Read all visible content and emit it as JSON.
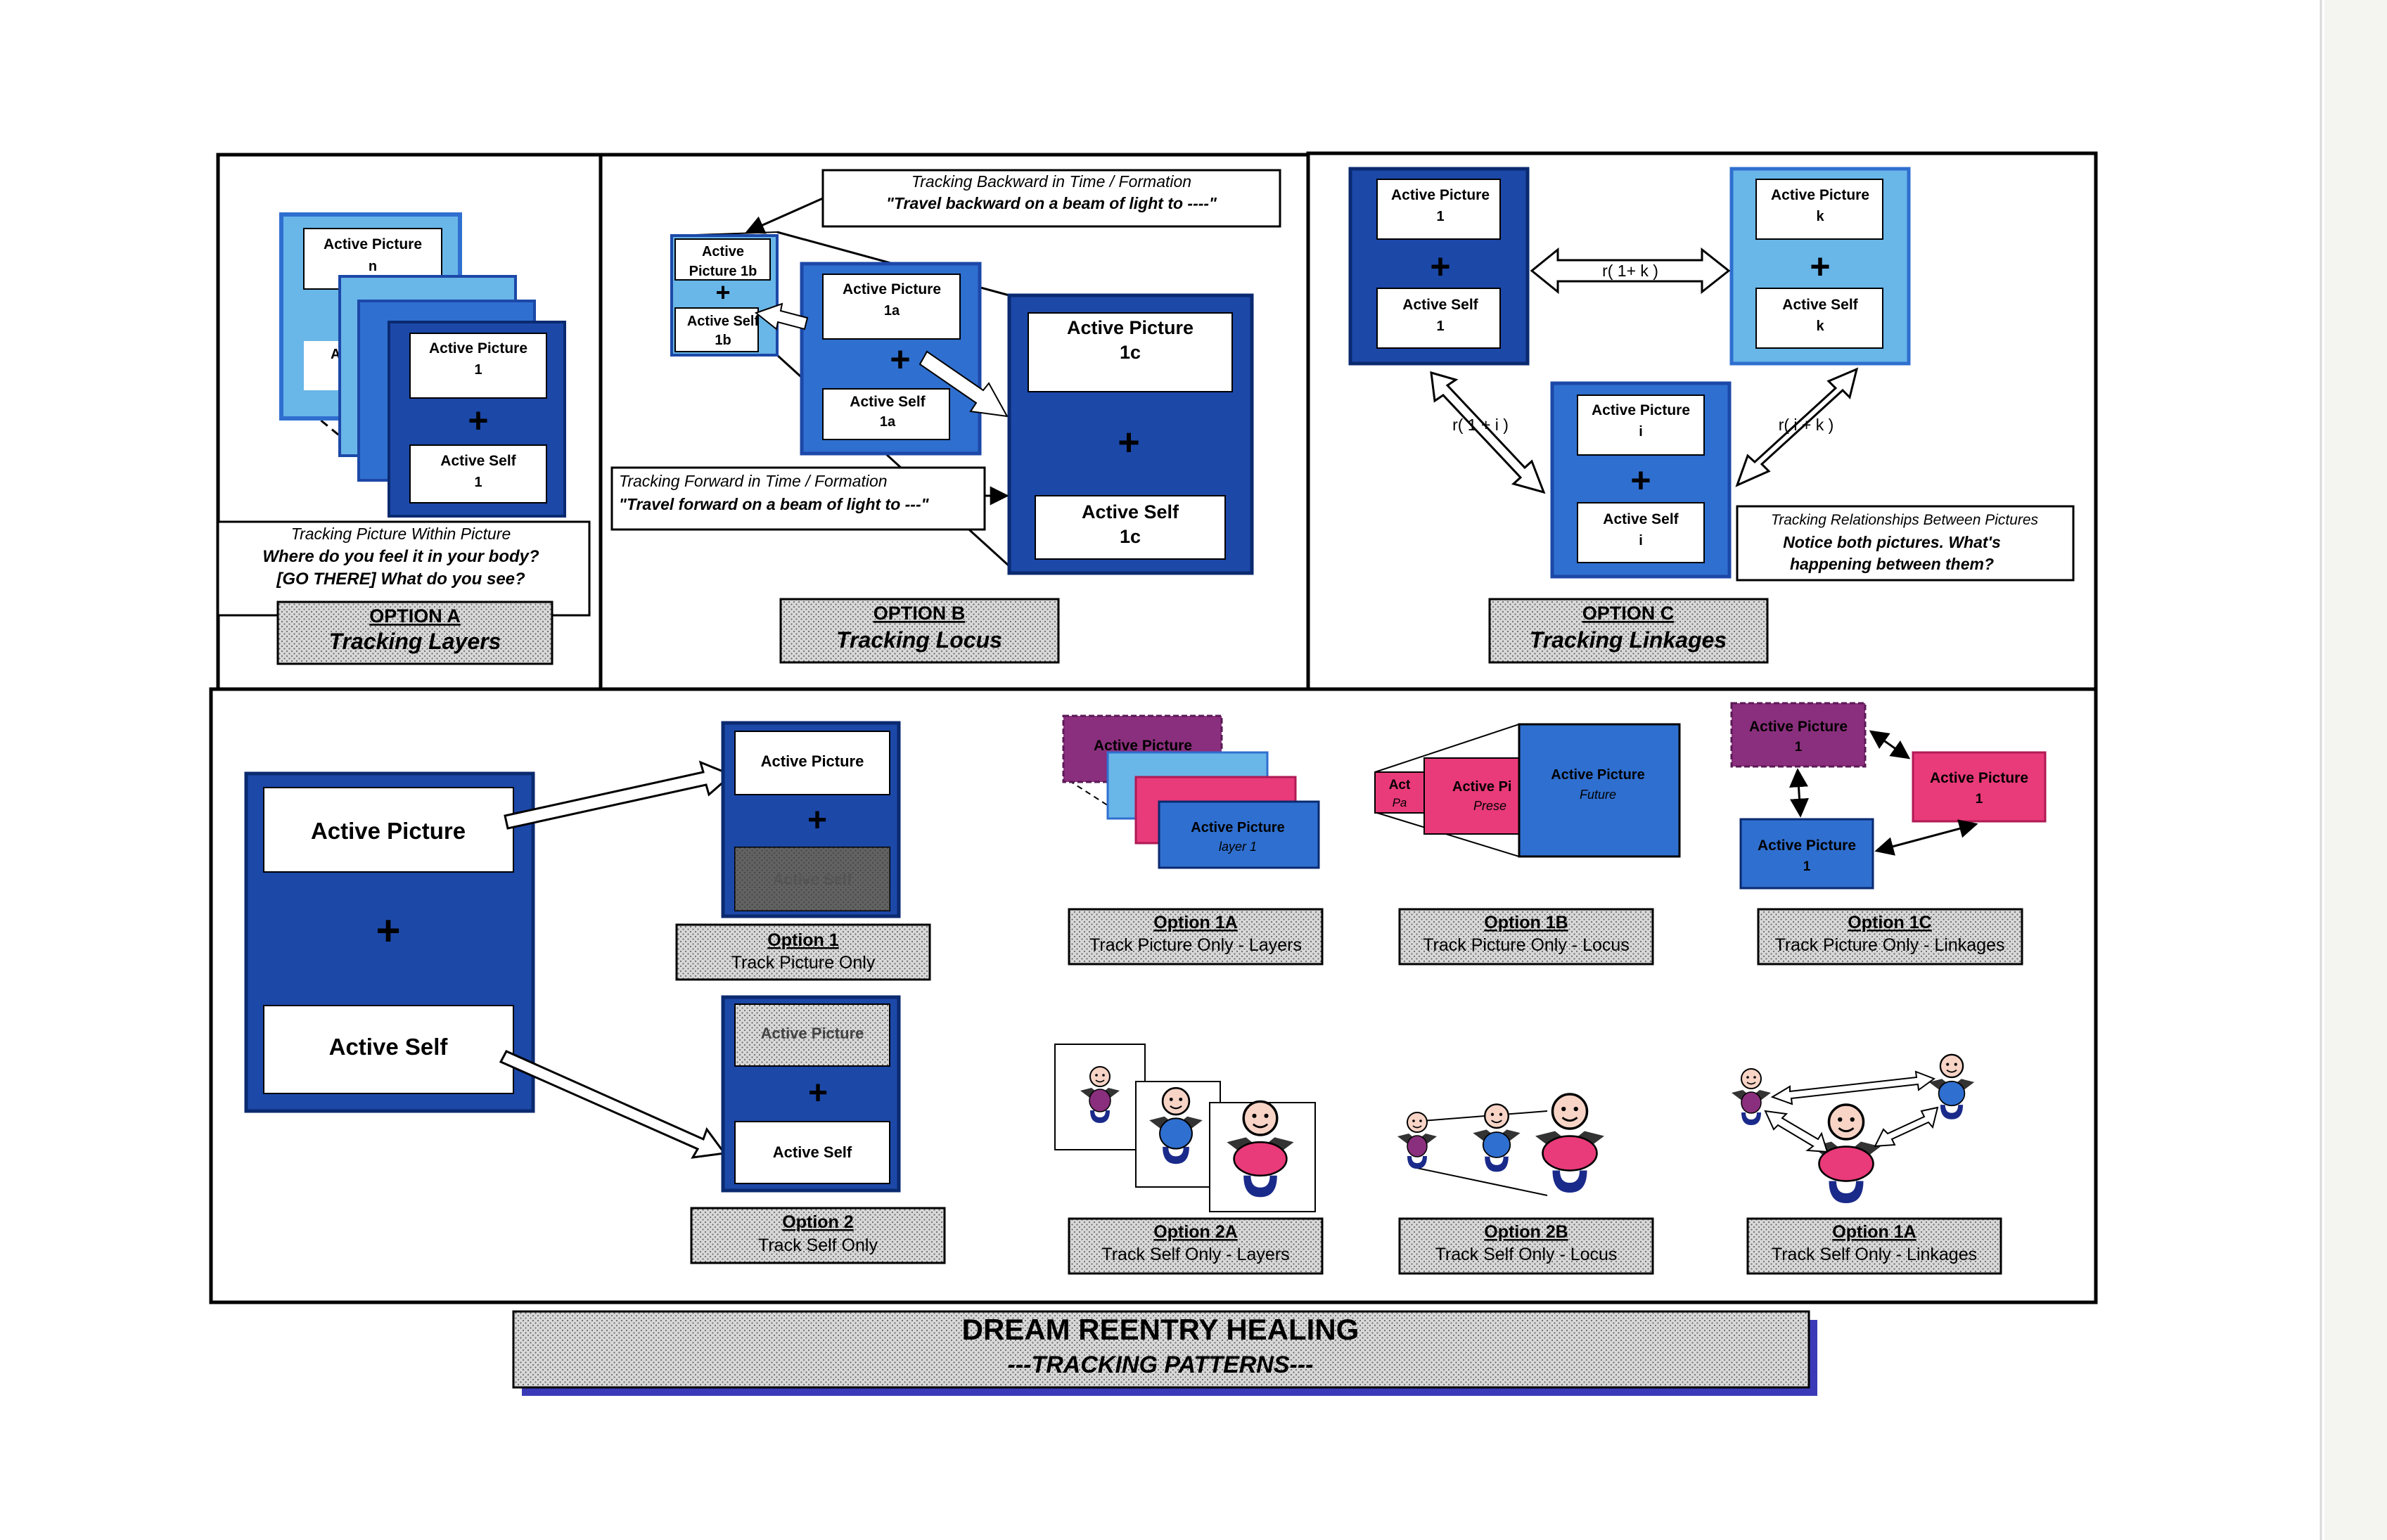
{
  "colors": {
    "dark_blue": "#1c48a8",
    "mid_blue": "#2f6fcf",
    "light_blue": "#69b6e8",
    "pink": "#e93a79",
    "purple": "#8a2f7d",
    "stipple": "#d4d4d4"
  },
  "option_a": {
    "card_n": {
      "title": "Active Picture",
      "num": "n",
      "partial": "A"
    },
    "card_1": {
      "title": "Active Picture",
      "num": "1",
      "self": "Active Self",
      "self_num": "1"
    },
    "note_title": "Tracking Picture Within Picture",
    "note_line1": "Where do you feel it in your body?",
    "note_line2": "[GO THERE] What do you see?",
    "label_top": "OPTION A",
    "label_bottom": "Tracking Layers"
  },
  "option_b": {
    "back_title": "Tracking Backward in Time / Formation",
    "back_quote": "\"Travel backward on a beam of light to ----\"",
    "fwd_title": "Tracking Forward in Time / Formation",
    "fwd_quote": "\"Travel forward on a beam of light to ---\"",
    "card_1b": {
      "t1": "Active",
      "t2": "Picture 1b",
      "s1": "Active Self",
      "s2": "1b"
    },
    "card_1a": {
      "title": "Active Picture",
      "num": "1a",
      "self": "Active Self",
      "self_num": "1a"
    },
    "card_1c": {
      "title": "Active Picture",
      "num": "1c",
      "self": "Active Self",
      "self_num": "1c"
    },
    "label_top": "OPTION B",
    "label_bottom": "Tracking Locus"
  },
  "option_c": {
    "card_1": {
      "title": "Active Picture",
      "num": "1",
      "self": "Active Self",
      "self_num": "1"
    },
    "card_k": {
      "title": "Active Picture",
      "num": "k",
      "self": "Active Self",
      "self_num": "k"
    },
    "card_i": {
      "title": "Active Picture",
      "num": "i",
      "self": "Active Self",
      "self_num": "i"
    },
    "rel_1k": "r( 1+ k )",
    "rel_1i": "r( 1 + i )",
    "rel_ik": "r( i + k )",
    "note_title": "Tracking Relationships Between Pictures",
    "note_line1": "Notice both pictures. What's",
    "note_line2": "happening between them?",
    "label_top": "OPTION C",
    "label_bottom": "Tracking Linkages"
  },
  "bottom": {
    "main_picture": "Active Picture",
    "main_self": "Active Self",
    "opt1_picture": "Active Picture",
    "opt1_self": "Active Self",
    "opt1_top": "Option 1",
    "opt1_bottom": "Track Picture Only",
    "opt2_picture": "Active Picture",
    "opt2_self": "Active Self",
    "opt2_top": "Option 2",
    "opt2_bottom": "Track Self Only",
    "o1a_card": "Active Picture",
    "o1a_front1": "Active Picture",
    "o1a_front2": "layer 1",
    "o1a_top": "Option 1A",
    "o1a_bottom": "Track Picture Only - Layers",
    "o1b_past1": "Act",
    "o1b_past2": "Pa",
    "o1b_pres1": "Active Pi",
    "o1b_pres2": "Prese",
    "o1b_fut1": "Active Picture",
    "o1b_fut2": "Future",
    "o1b_top": "Option 1B",
    "o1b_bottom": "Track Picture Only - Locus",
    "o1c_a": "Active Picture",
    "o1c_a_num": "1",
    "o1c_b": "Active Picture",
    "o1c_b_num": "1",
    "o1c_c": "Active Picture",
    "o1c_c_num": "1",
    "o1c_top": "Option 1C",
    "o1c_bottom": "Track Picture Only - Linkages",
    "o2a_top": "Option 2A",
    "o2a_bottom": "Track Self Only - Layers",
    "o2b_top": "Option 2B",
    "o2b_bottom": "Track Self Only - Locus",
    "o2c_top": "Option 1A",
    "o2c_bottom": "Track Self Only - Linkages"
  },
  "footer": {
    "title": "DREAM REENTRY HEALING",
    "subtitle": "---TRACKING PATTERNS---"
  }
}
